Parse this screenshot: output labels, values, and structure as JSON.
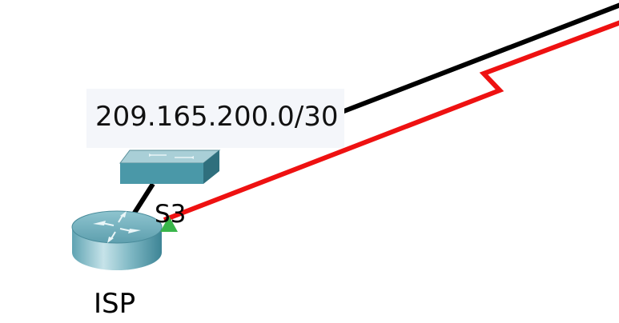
{
  "topology": {
    "subnet_label": "209.165.200.0/30",
    "devices": [
      {
        "name": "ISP",
        "type": "router-icon"
      },
      {
        "name": "",
        "type": "switch-icon"
      }
    ],
    "port_label": "S3",
    "links": [
      {
        "type": "copper-straight-through",
        "color": "#000000",
        "status": "up"
      },
      {
        "type": "serial-dce",
        "color": "#ee1111",
        "status": "up"
      }
    ],
    "colors": {
      "link_up_indicator": "#39b54a",
      "device_body": "#4a98a8",
      "label_background": "#f4f6fa"
    }
  }
}
